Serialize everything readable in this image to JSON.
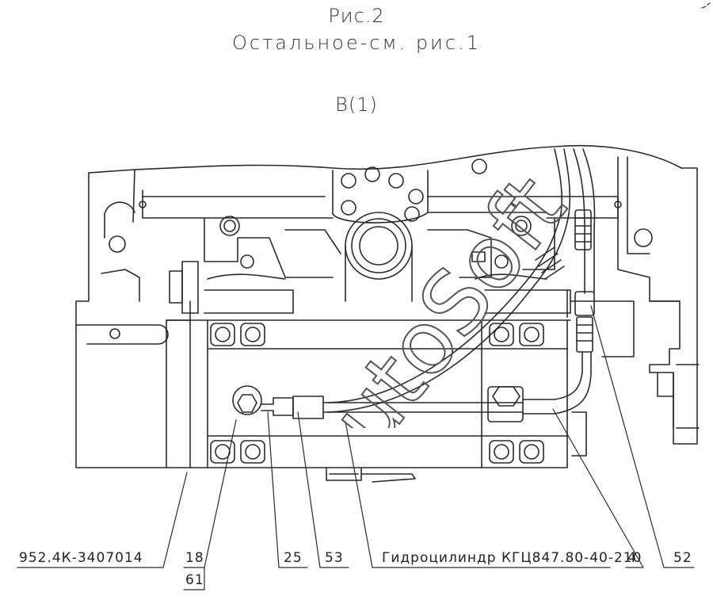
{
  "title": {
    "figure": "Рис.2",
    "note": "Остальное-см. рис.1",
    "view": "В(1)"
  },
  "watermark": "AutoSoft",
  "callouts": [
    {
      "id": "c1",
      "text": "952.4К-3407014"
    },
    {
      "id": "c2",
      "text": "18"
    },
    {
      "id": "c3",
      "text": "61"
    },
    {
      "id": "c4",
      "text": "25"
    },
    {
      "id": "c5",
      "text": "53"
    },
    {
      "id": "c6",
      "text": "Гидроцилиндр КГЦ847.80-40-210"
    },
    {
      "id": "c7",
      "text": "4"
    },
    {
      "id": "c8",
      "text": "52"
    }
  ]
}
